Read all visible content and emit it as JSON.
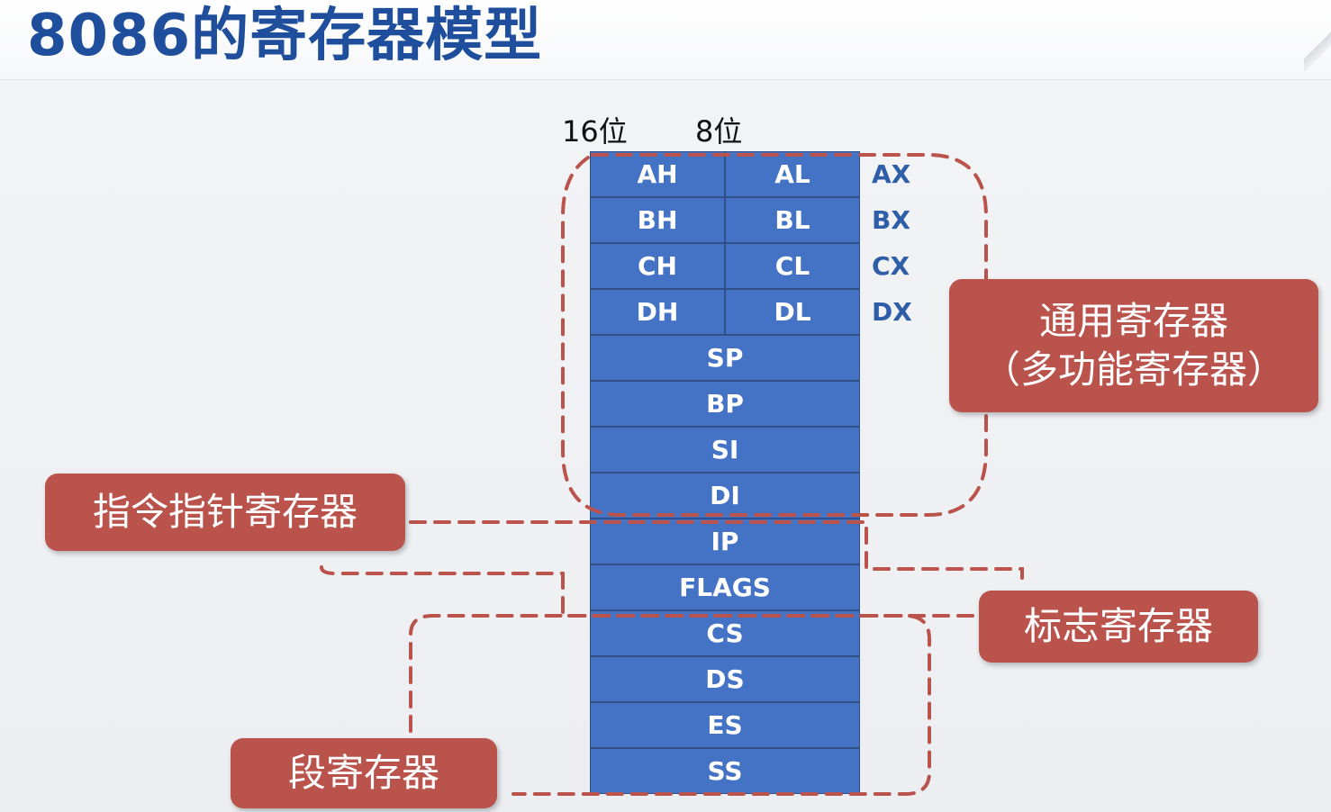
{
  "title": "8086的寄存器模型",
  "bit_labels": {
    "sixteen": "16位",
    "eight": "8位"
  },
  "registers": {
    "pairs": [
      {
        "high": "AH",
        "low": "AL",
        "combined": "AX"
      },
      {
        "high": "BH",
        "low": "BL",
        "combined": "BX"
      },
      {
        "high": "CH",
        "low": "CL",
        "combined": "CX"
      },
      {
        "high": "DH",
        "low": "DL",
        "combined": "DX"
      }
    ],
    "full": [
      "SP",
      "BP",
      "SI",
      "DI",
      "IP",
      "FLAGS",
      "CS",
      "DS",
      "ES",
      "SS"
    ]
  },
  "callouts": {
    "general": {
      "line1": "通用寄存器",
      "line2": "（多功能寄存器）"
    },
    "instruction_pointer": "指令指针寄存器",
    "flags": "标志寄存器",
    "segment": "段寄存器"
  },
  "colors": {
    "register_fill": "#4472c4",
    "callout_fill": "#b9534c",
    "dashed_line": "#b9534c",
    "title": "#1f4f9c",
    "pair_label": "#2f5ea8"
  }
}
